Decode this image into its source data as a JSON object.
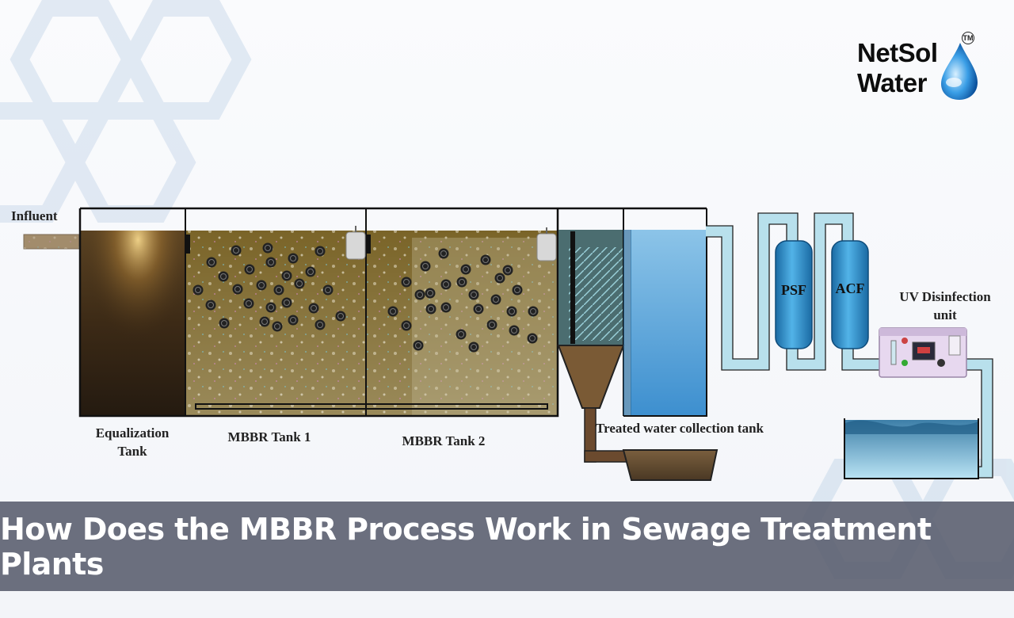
{
  "brand": {
    "line1": "NetSol",
    "line2": "Water",
    "tm": "TM"
  },
  "diagram": {
    "influent": "Influent",
    "equalization_line1": "Equalization",
    "equalization_line2": "Tank",
    "mbbr1": "MBBR Tank 1",
    "mbbr2": "MBBR Tank 2",
    "treated": "Treated water collection tank",
    "psf": "PSF",
    "acf": "ACF",
    "uv_line1": "UV Disinfection",
    "uv_line2": "unit"
  },
  "banner": {
    "title": "How Does the MBBR Process Work in Sewage Treatment Plants"
  },
  "colors": {
    "tank_water": "#6a5a2a",
    "clear_water": "#58a6d6",
    "filter": "#2b8bc6",
    "pipe": "#b7dde8",
    "banner": "#585c6c"
  }
}
